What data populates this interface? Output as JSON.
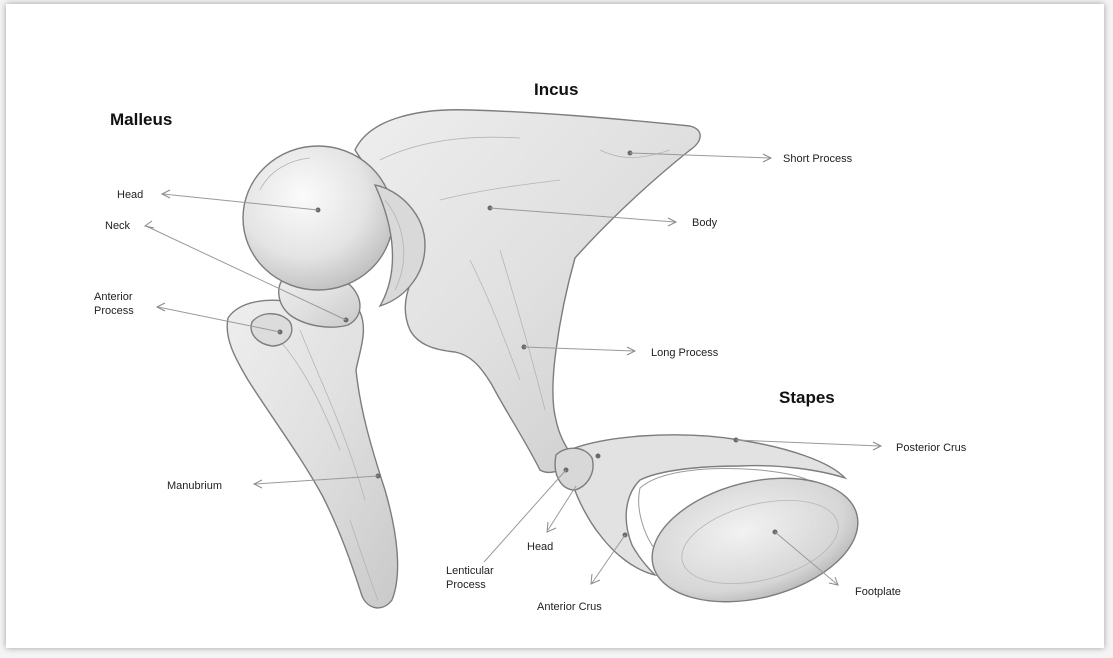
{
  "titles": {
    "malleus": "Malleus",
    "incus": "Incus",
    "stapes": "Stapes"
  },
  "labels": {
    "malleus_head": "Head",
    "malleus_neck": "Neck",
    "anterior_process_line1": "Anterior",
    "anterior_process_line2": "Process",
    "manubrium": "Manubrium",
    "short_process": "Short Process",
    "body": "Body",
    "long_process": "Long Process",
    "lenticular_process_line1": "Lenticular",
    "lenticular_process_line2": "Process",
    "stapes_head": "Head",
    "posterior_crus": "Posterior Crus",
    "anterior_crus": "Anterior Crus",
    "footplate": "Footplate"
  },
  "colors": {
    "background": "#ffffff",
    "bone_fill": "#e6e6e6",
    "bone_outline": "#7d7d7d",
    "pointer": "#9a9a9a",
    "text": "#222222"
  }
}
